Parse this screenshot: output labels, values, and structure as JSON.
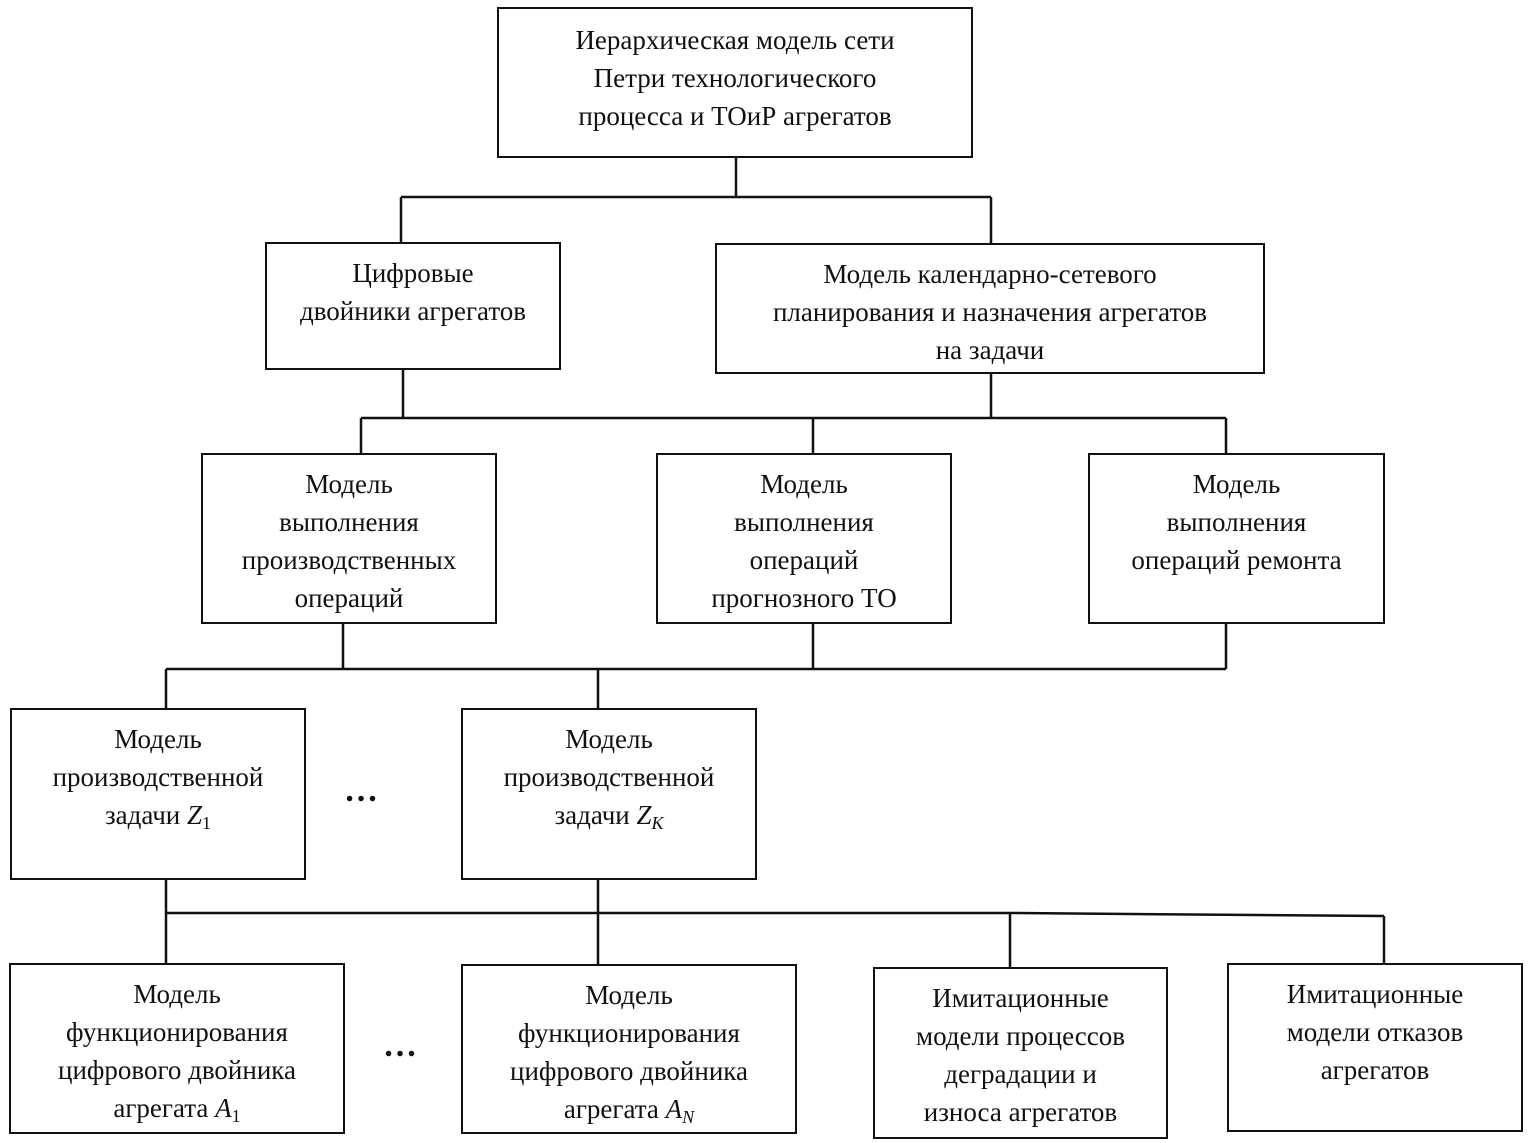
{
  "root": {
    "lines": [
      "Иерархическая модель сети",
      "Петри технологического",
      "процесса и  ТОиР агрегатов"
    ]
  },
  "digital_twins": {
    "lines": [
      "Цифровые",
      "двойники агрегатов"
    ]
  },
  "scheduling": {
    "lines": [
      "Модель календарно-сетевого",
      "планирования и назначения агрегатов",
      "на задачи"
    ]
  },
  "production_ops": {
    "lines": [
      "Модель",
      "выполнения",
      "производственных",
      "операций"
    ]
  },
  "predictive_maintenance": {
    "lines": [
      "Модель",
      "выполнения",
      "операций",
      "прогнозного ТО"
    ]
  },
  "repair_ops": {
    "lines": [
      "Модель",
      "выполнения",
      "операций  ремонта"
    ]
  },
  "task_1": {
    "lines": [
      "Модель",
      "производственной"
    ],
    "last": {
      "text": "задачи ",
      "var": "Z",
      "sub": "1"
    }
  },
  "task_k": {
    "lines": [
      "Модель",
      "производственной"
    ],
    "last": {
      "text": "задачи ",
      "var": "Z",
      "sub": "K"
    }
  },
  "twin_1": {
    "lines": [
      "Модель",
      "функционирования",
      "цифрового двойника"
    ],
    "last": {
      "text": "агрегата ",
      "var": "A",
      "sub": "1"
    }
  },
  "twin_n": {
    "lines": [
      "Модель",
      "функционирования",
      "цифрового двойника"
    ],
    "last": {
      "text": "агрегата ",
      "var": "A",
      "sub": "N"
    }
  },
  "degradation": {
    "lines": [
      "Имитационные",
      "модели процессов",
      "деградации и",
      "износа агрегатов"
    ]
  },
  "failures": {
    "lines": [
      "Имитационные",
      "модели отказов",
      "агрегатов"
    ]
  },
  "ellipsis": "…"
}
